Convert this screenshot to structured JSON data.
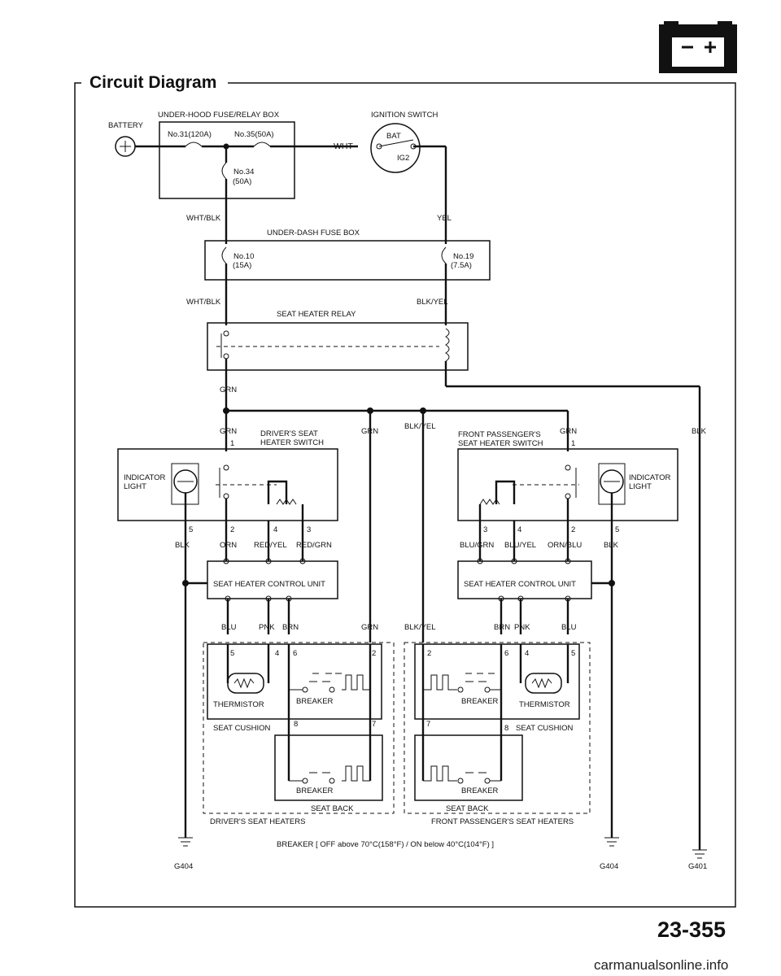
{
  "page": {
    "title": "Circuit Diagram",
    "page_number": "23-355",
    "footer_watermark": "carmanualsonline.info",
    "section_icon": "battery-icon"
  },
  "labels": {
    "battery": "BATTERY",
    "underhood_box": "UNDER-HOOD FUSE/RELAY BOX",
    "fuse31": "No.31(120A)",
    "fuse35": "No.35(50A)",
    "fuse34": "No.34",
    "fuse34_rating": "(50A)",
    "ignition_switch": "IGNITION SWITCH",
    "ign_bat": "BAT",
    "ign_ig2": "IG2",
    "wire_wht": "WHT",
    "wire_whtblk_1": "WHT/BLK",
    "wire_yel": "YEL",
    "underdash_box": "UNDER-DASH FUSE BOX",
    "fuse10": "No.10",
    "fuse10_rating": "(15A)",
    "fuse19": "No.19",
    "fuse19_rating": "(7.5A)",
    "wire_whtblk_2": "WHT/BLK",
    "wire_blkyel_1": "BLK/YEL",
    "seat_heater_relay": "SEAT HEATER RELAY",
    "wire_grn_main": "GRN",
    "wire_grn_drv": "GRN",
    "drv_switch_1": "DRIVER'S SEAT",
    "drv_switch_2": "HEATER SWITCH",
    "wire_grn_mid": "GRN",
    "wire_blkyel_mid": "BLK/YEL",
    "pass_switch_1": "FRONT PASSENGER'S",
    "pass_switch_2": "SEAT HEATER SWITCH",
    "wire_grn_pass": "GRN",
    "wire_blk_right": "BLK",
    "indicator_left_1": "INDICATOR",
    "indicator_left_2": "LIGHT",
    "indicator_right_1": "INDICATOR",
    "indicator_right_2": "LIGHT",
    "pin1_l": "1",
    "pin1_r": "1",
    "pin5_l": "5",
    "pin2_l": "2",
    "pin4_l": "4",
    "pin3_l": "3",
    "pin3_r": "3",
    "pin4_r": "4",
    "pin2_r": "2",
    "pin5_r": "5",
    "wire_blk_l": "BLK",
    "wire_orn_l": "ORN",
    "wire_redyel": "RED/YEL",
    "wire_redgrn": "RED/GRN",
    "wire_blugrn": "BLU/GRN",
    "wire_bluyel": "BLU/YEL",
    "wire_ornblu": "ORN/BLU",
    "wire_blk_r": "BLK",
    "control_unit_l": "SEAT HEATER CONTROL UNIT",
    "control_unit_r": "SEAT HEATER CONTROL UNIT",
    "wire_blu_l": "BLU",
    "wire_pnk_l": "PNK",
    "wire_brn_l": "BRN",
    "wire_grn_low": "GRN",
    "wire_blkyel_low": "BLK/YEL",
    "wire_brn_r": "BRN",
    "wire_pnk_r": "PNK",
    "wire_blu_r": "BLU",
    "cp5_l": "5",
    "cp4_l": "4",
    "cp6_l": "6",
    "cp2_l": "2",
    "cp2_r": "2",
    "cp6_r": "6",
    "cp4_r": "4",
    "cp5_r": "5",
    "thermistor_l": "THERMISTOR",
    "breaker_l1": "BREAKER",
    "breaker_r1": "BREAKER",
    "thermistor_r": "THERMISTOR",
    "seat_cushion_l": "SEAT CUSHION",
    "cp8_l": "8",
    "cp7_l": "7",
    "cp7_r": "7",
    "cp8_r": "8",
    "seat_cushion_r": "SEAT CUSHION",
    "breaker_l2": "BREAKER",
    "breaker_r2": "BREAKER",
    "seat_back_l": "SEAT BACK",
    "seat_back_r": "SEAT BACK",
    "drv_heaters": "DRIVER'S SEAT HEATERS",
    "pass_heaters": "FRONT PASSENGER'S SEAT HEATERS",
    "breaker_note": "BREAKER [ OFF above 70°C(158°F) / ON below 40°C(104°F) ]",
    "g404_l": "G404",
    "g404_r": "G404",
    "g401": "G401"
  }
}
